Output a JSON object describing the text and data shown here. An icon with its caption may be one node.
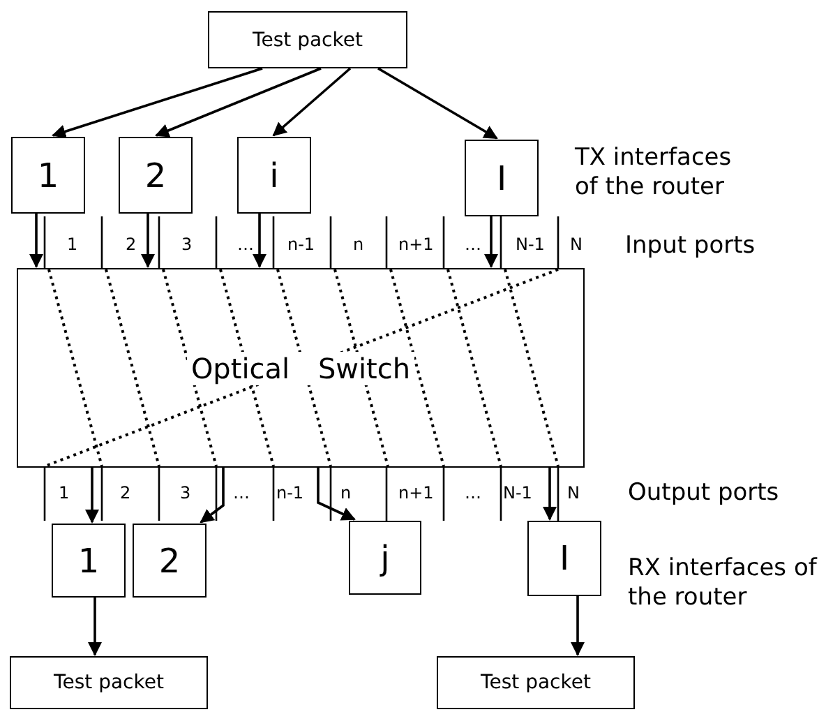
{
  "diagram": {
    "nodes": [
      {
        "text": [
          "Test packet"
        ]
      },
      {
        "text": [
          "1"
        ]
      },
      {
        "text": [
          "2"
        ]
      },
      {
        "text": [
          "i"
        ]
      },
      {
        "text": [
          "I"
        ]
      },
      {
        "text": [
          "Optical Switch"
        ]
      },
      {
        "text": [
          "1"
        ]
      },
      {
        "text": [
          "2"
        ]
      },
      {
        "text": [
          "j"
        ]
      },
      {
        "text": [
          "I"
        ]
      },
      {
        "text": [
          "Test packet"
        ]
      },
      {
        "text": [
          "Test packet"
        ]
      }
    ],
    "edges": [
      {
        "from": 0,
        "to": 1,
        "arrow": "to"
      },
      {
        "from": 0,
        "to": 2,
        "arrow": "to"
      },
      {
        "from": 0,
        "to": 3,
        "arrow": "to"
      },
      {
        "from": 0,
        "to": 4,
        "arrow": "to"
      },
      {
        "from": 1,
        "to": 5,
        "arrow": "to"
      },
      {
        "from": 2,
        "to": 5,
        "arrow": "to"
      },
      {
        "from": 3,
        "to": 5,
        "arrow": "to"
      },
      {
        "from": 4,
        "to": 5,
        "arrow": "to"
      },
      {
        "from": 5,
        "to": 6,
        "arrow": "to"
      },
      {
        "from": 5,
        "to": 7,
        "arrow": "to"
      },
      {
        "from": 5,
        "to": 8,
        "arrow": "to"
      },
      {
        "from": 5,
        "to": 9,
        "arrow": "to"
      },
      {
        "from": 6,
        "to": 10,
        "arrow": "to"
      },
      {
        "from": 9,
        "to": 11,
        "arrow": "to"
      }
    ],
    "labels": [
      "TX interfaces of the router",
      "1",
      "2",
      "3",
      "…",
      "n-1",
      "n",
      "n+1",
      "…",
      "N-1",
      "N",
      "Input ports",
      "1",
      "2",
      "3",
      "…",
      "n-1",
      "n",
      "n+1",
      "…",
      "N-1",
      "N",
      "Output ports",
      "RX interfaces of the router"
    ]
  }
}
